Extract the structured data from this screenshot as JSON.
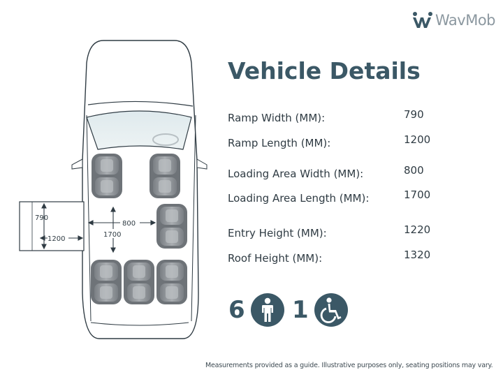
{
  "brand": {
    "logo_text": "WavMob"
  },
  "title": "Vehicle Details",
  "specs": [
    {
      "label": "Ramp Width (MM):",
      "value": "790"
    },
    {
      "label": "Ramp Length (MM):",
      "value": "1200"
    },
    {
      "label": "Loading Area Width (MM):",
      "value": "800"
    },
    {
      "label": "Loading Area Length (MM):",
      "value": "1700"
    },
    {
      "label": "Entry Height (MM):",
      "value": "1220"
    },
    {
      "label": "Roof Height (MM):",
      "value": "1320"
    }
  ],
  "capacity": {
    "seats": "6",
    "wheelchairs": "1"
  },
  "diagram": {
    "ramp_width": "790",
    "ramp_length": "1200",
    "loading_width": "800",
    "loading_length": "1700"
  },
  "footnote": "Measurements provided as a guide. Illustrative purposes only, seating positions may vary.",
  "colors": {
    "title": "#3b5866",
    "icon_circle": "#3b5866",
    "text": "#2f3b43"
  },
  "icons": [
    "person-icon",
    "wheelchair-icon",
    "wavmob-logo-icon"
  ]
}
